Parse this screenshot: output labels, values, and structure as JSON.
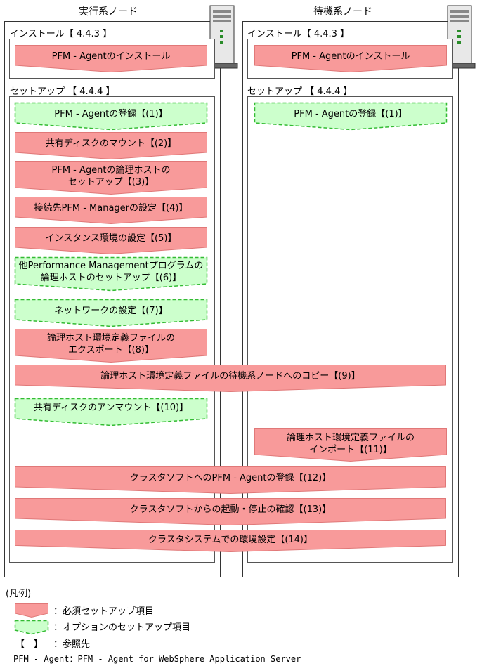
{
  "colors": {
    "required_fill": "#f89a9a",
    "required_stroke": "#e07878",
    "optional_fill": "#ccffcc",
    "optional_stroke": "#33bb33",
    "server_gray": "#cfcfcf"
  },
  "icons": {
    "server": "server-icon"
  },
  "active_node": {
    "title": "実行系ノード",
    "install_label": "インストール【 4.4.3 】",
    "setup_label": "セットアップ 【 4.4.4 】"
  },
  "standby_node": {
    "title": "待機系ノード",
    "install_label": "インストール【 4.4.3 】",
    "setup_label": "セットアップ 【 4.4.4 】"
  },
  "steps": {
    "active_install": "PFM - Agentのインストール",
    "standby_install": "PFM - Agentのインストール",
    "s1_active": "PFM - Agentの登録【(1)】",
    "s1_standby": "PFM - Agentの登録【(1)】",
    "s2": "共有ディスクのマウント【(2)】",
    "s3": "PFM - Agentの論理ホストの\nセットアップ【(3)】",
    "s4": "接続先PFM - Managerの設定【(4)】",
    "s5": "インスタンス環境の設定【(5)】",
    "s6": "他Performance Managementプログラムの\n論理ホストのセットアップ【(6)】",
    "s7": "ネットワークの設定【(7)】",
    "s8": "論理ホスト環境定義ファイルの\nエクスポート【(8)】",
    "s9": "論理ホスト環境定義ファイルの待機系ノードへのコピー【(9)】",
    "s10": "共有ディスクのアンマウント【(10)】",
    "s11": "論理ホスト環境定義ファイルの\nインポート【(11)】",
    "s12": "クラスタソフトへのPFM - Agentの登録【(12)】",
    "s13": "クラスタソフトからの起動・停止の確認【(13)】",
    "s14": "クラスタシステムでの環境設定【(14)】"
  },
  "legend": {
    "title": "(凡例)",
    "required": "：必須セットアップ項目",
    "optional": "：オプションのセットアップ項目",
    "ref_mark": "【　】",
    "ref": "：参照先",
    "abbrev": "PFM - Agent：PFM - Agent for WebSphere Application Server"
  }
}
